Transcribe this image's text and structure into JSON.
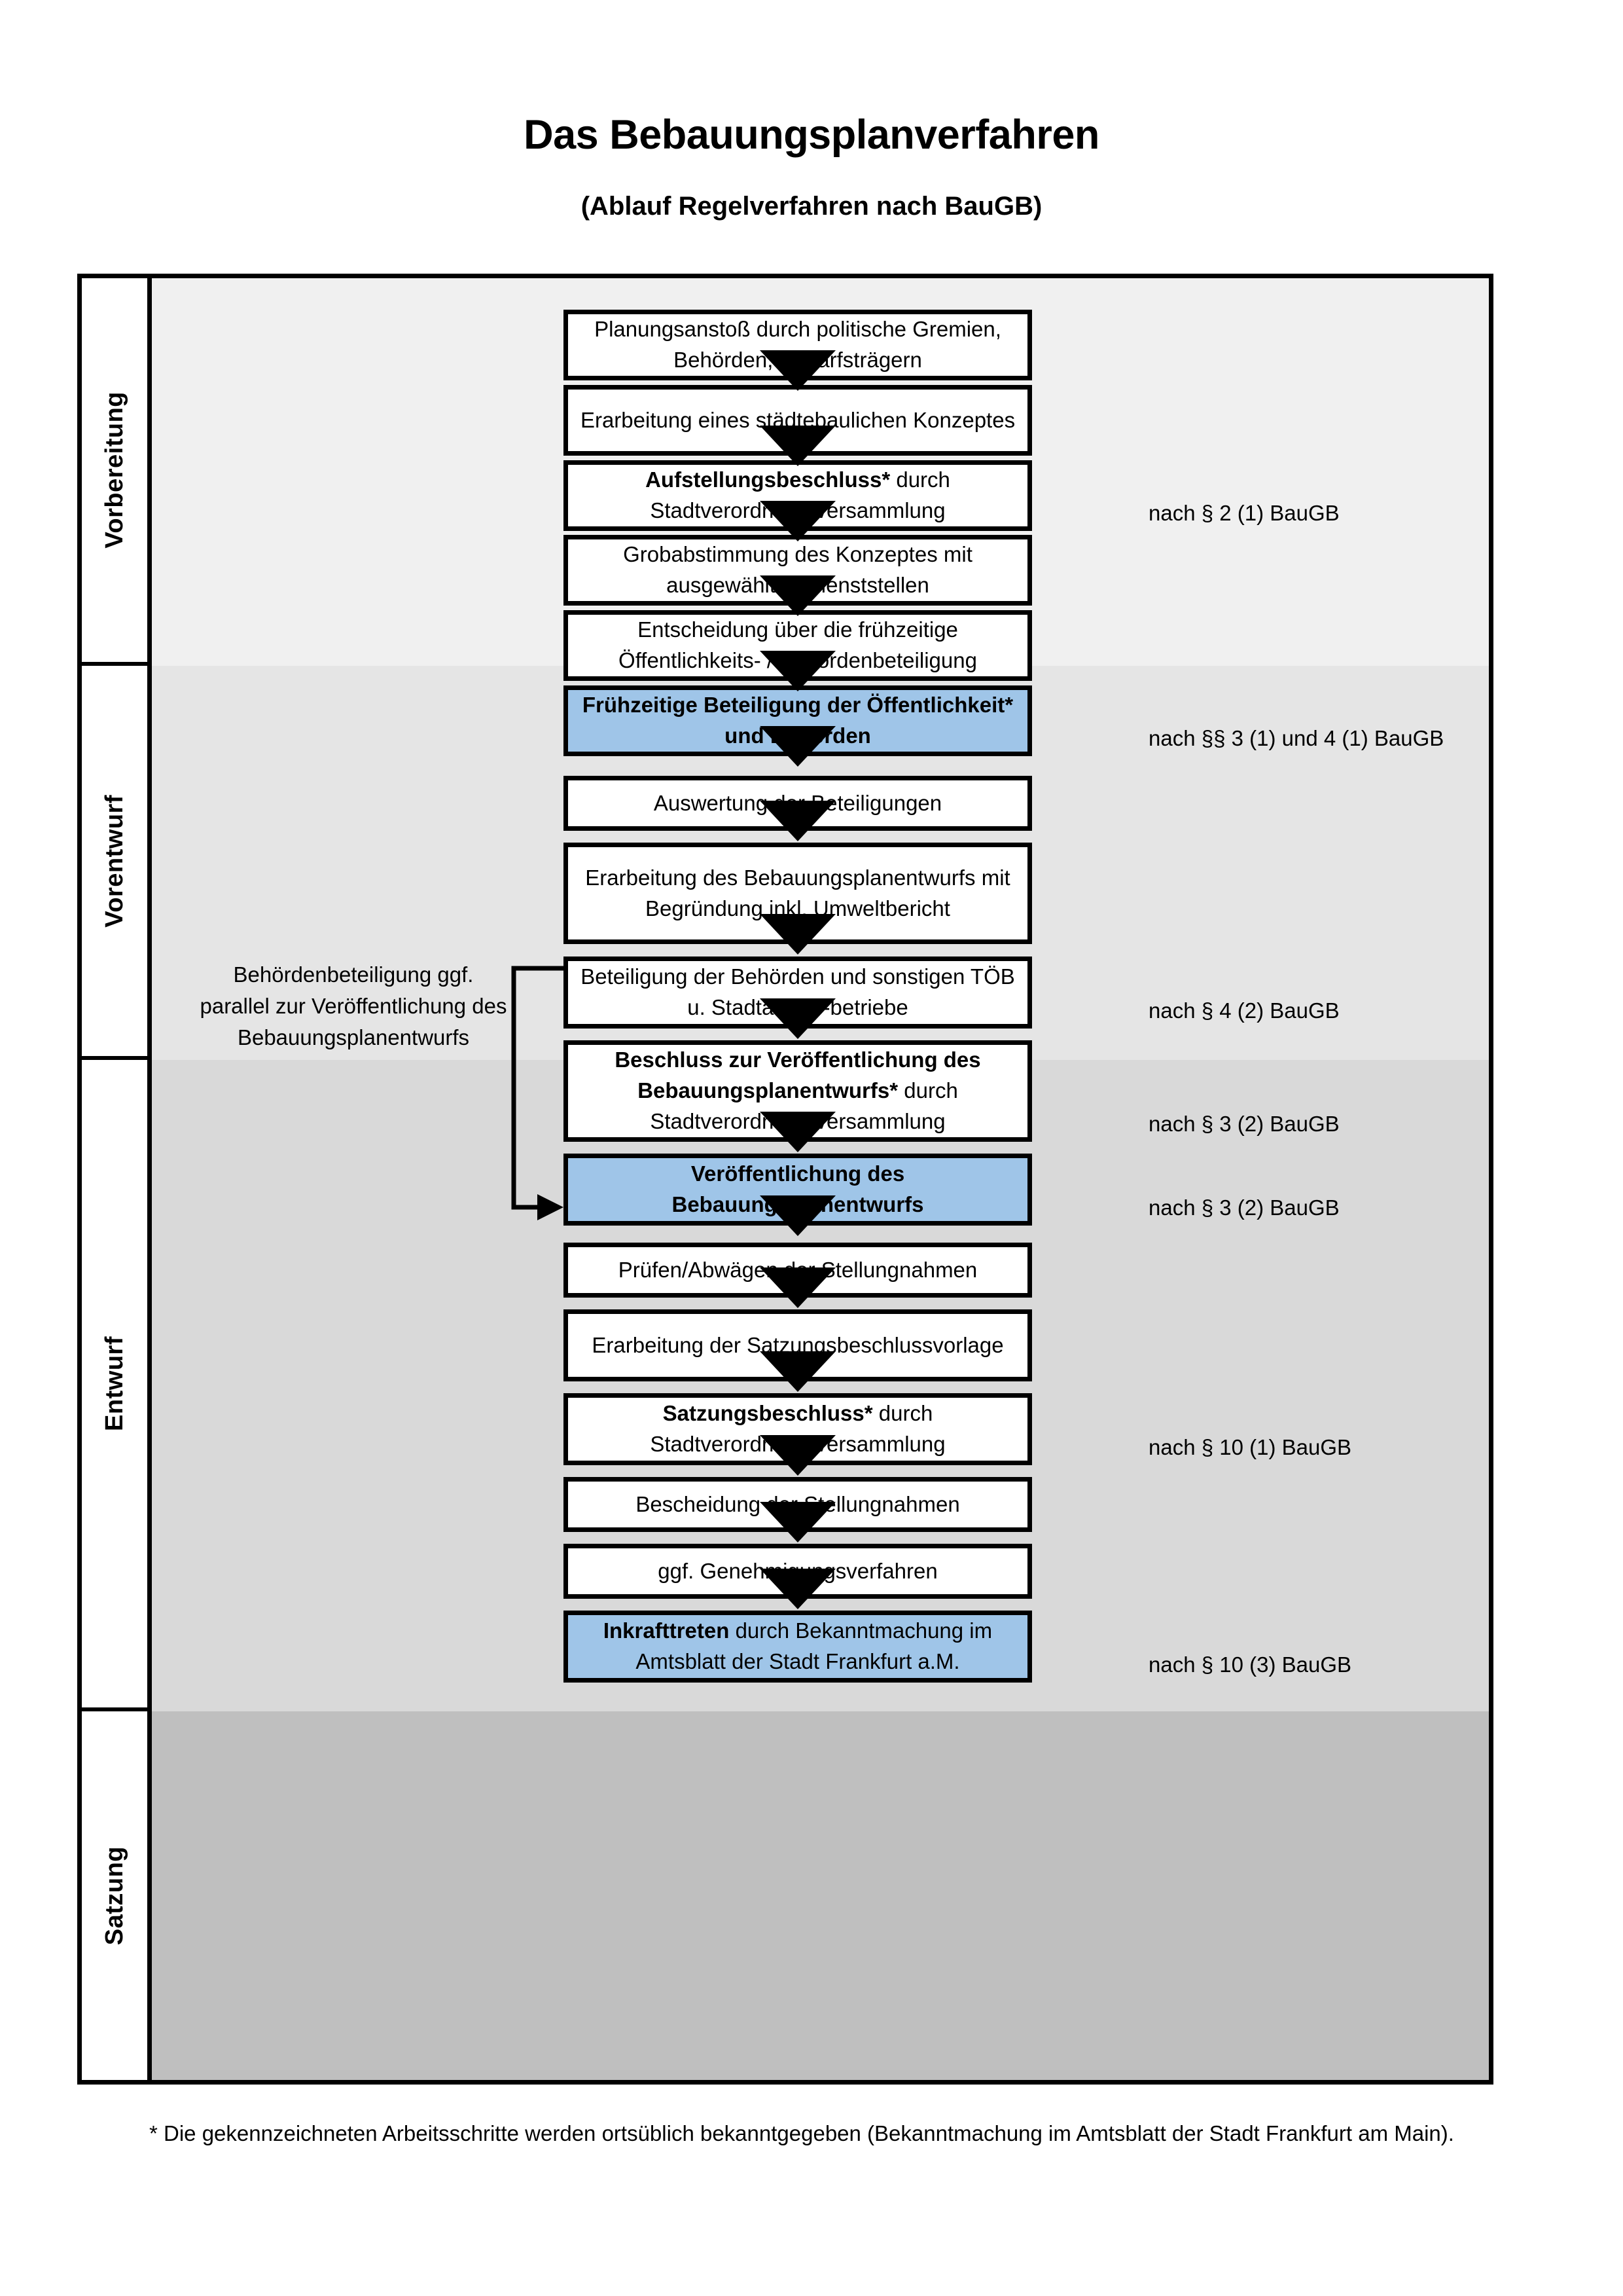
{
  "header": {
    "title": "Das Bebauungsplanverfahren",
    "subtitle": "(Ablauf Regelverfahren nach BauGB)"
  },
  "colors": {
    "highlight_blue": "#9fc5e8",
    "band_vorbereitung": "#f0f0f0",
    "band_vorentwurf": "#e5e5e5",
    "band_entwurf": "#d9d9d9",
    "band_satzung": "#bfbfbf",
    "border": "#000000"
  },
  "phases": [
    {
      "id": "vorbereitung",
      "label": "Vorbereitung"
    },
    {
      "id": "vorentwurf",
      "label": "Vorentwurf"
    },
    {
      "id": "entwurf",
      "label": "Entwurf"
    },
    {
      "id": "satzung",
      "label": "Satzung"
    }
  ],
  "chart_data": {
    "type": "diagram",
    "title": "Das Bebauungsplanverfahren",
    "subtitle": "(Ablauf Regelverfahren nach BauGB)",
    "nodes": [
      {
        "index": 0,
        "phase": "vorbereitung",
        "highlight": false,
        "bold_prefix": "",
        "text": "Planungsanstoß durch politische Gremien, Behörden, Bedarfsträgern"
      },
      {
        "index": 1,
        "phase": "vorbereitung",
        "highlight": false,
        "bold_prefix": "",
        "text": "Erarbeitung eines städtebaulichen Konzeptes"
      },
      {
        "index": 2,
        "phase": "vorbereitung",
        "highlight": false,
        "bold_prefix": "Aufstellungsbeschluss*",
        "text": " durch Stadtverordnetenversammlung"
      },
      {
        "index": 3,
        "phase": "vorentwurf",
        "highlight": false,
        "bold_prefix": "",
        "text": "Grobabstimmung des Konzeptes mit ausgewählten Dienststellen"
      },
      {
        "index": 4,
        "phase": "vorentwurf",
        "highlight": false,
        "bold_prefix": "",
        "text": "Entscheidung über die frühzeitige Öffentlichkeits- / Behördenbeteiligung"
      },
      {
        "index": 5,
        "phase": "vorentwurf",
        "highlight": true,
        "bold_prefix": "Frühzeitige Beteiligung der Öffentlichkeit* und Behörden",
        "text": ""
      },
      {
        "index": 6,
        "phase": "entwurf",
        "highlight": false,
        "bold_prefix": "",
        "text": "Auswertung der Beteiligungen"
      },
      {
        "index": 7,
        "phase": "entwurf",
        "highlight": false,
        "bold_prefix": "",
        "text": "Erarbeitung des Bebauungsplanentwurfs mit Begründung inkl. Umweltbericht"
      },
      {
        "index": 8,
        "phase": "entwurf",
        "highlight": false,
        "bold_prefix": "",
        "text": "Beteiligung der Behörden und sonstigen TÖB u. Stadtämter/-betriebe"
      },
      {
        "index": 9,
        "phase": "entwurf",
        "highlight": false,
        "bold_prefix": "Beschluss zur Veröffentlichung des Bebauungsplanentwurfs*",
        "text": " durch Stadtverordnetenversammlung"
      },
      {
        "index": 10,
        "phase": "entwurf",
        "highlight": true,
        "bold_prefix": "Veröffentlichung des Bebauungsplanentwurfs",
        "text": ""
      },
      {
        "index": 11,
        "phase": "satzung",
        "highlight": false,
        "bold_prefix": "",
        "text": "Prüfen/Abwägen der Stellungnahmen"
      },
      {
        "index": 12,
        "phase": "satzung",
        "highlight": false,
        "bold_prefix": "",
        "text": "Erarbeitung der Satzungsbeschlussvorlage"
      },
      {
        "index": 13,
        "phase": "satzung",
        "highlight": false,
        "bold_prefix": "Satzungsbeschluss*",
        "text": " durch Stadtverordnetenversammlung"
      },
      {
        "index": 14,
        "phase": "satzung",
        "highlight": false,
        "bold_prefix": "",
        "text": "Bescheidung der Stellungnahmen"
      },
      {
        "index": 15,
        "phase": "satzung",
        "highlight": false,
        "bold_prefix": "",
        "text": "ggf. Genehmigungsverfahren"
      },
      {
        "index": 16,
        "phase": "satzung",
        "highlight": true,
        "bold_prefix": "Inkrafttreten",
        "text": " durch Bekanntmachung im Amtsblatt der Stadt Frankfurt a.M."
      }
    ],
    "legal_notes": [
      {
        "id": "note-0",
        "text": "nach § 2 (1) BauGB",
        "for_node": 2
      },
      {
        "id": "note-1",
        "text": "nach §§ 3 (1) und 4 (1) BauGB",
        "for_node": 5
      },
      {
        "id": "note-2",
        "text": "nach § 4 (2) BauGB",
        "for_node": 8
      },
      {
        "id": "note-3",
        "text": "nach § 3 (2) BauGB",
        "for_node": 9
      },
      {
        "id": "note-4",
        "text": "nach § 3 (2) BauGB",
        "for_node": 10
      },
      {
        "id": "note-5",
        "text": "nach § 10 (1) BauGB",
        "for_node": 13
      },
      {
        "id": "note-6",
        "text": "nach § 10 (3) BauGB",
        "for_node": 16
      }
    ],
    "side_note": "Behördenbeteiligung ggf. parallel zur Veröffentlichung des Bebauungsplanentwurfs",
    "connector": {
      "from_node": 8,
      "to_node": 10,
      "description": "bypass arrow from Beteiligung der Behörden to Veröffentlichung des Bebauungsplanentwurfs"
    }
  },
  "footnote": "* Die gekennzeichneten Arbeitsschritte werden ortsüblich bekanntgegeben (Bekanntmachung im Amtsblatt  der Stadt Frankfurt am Main)."
}
